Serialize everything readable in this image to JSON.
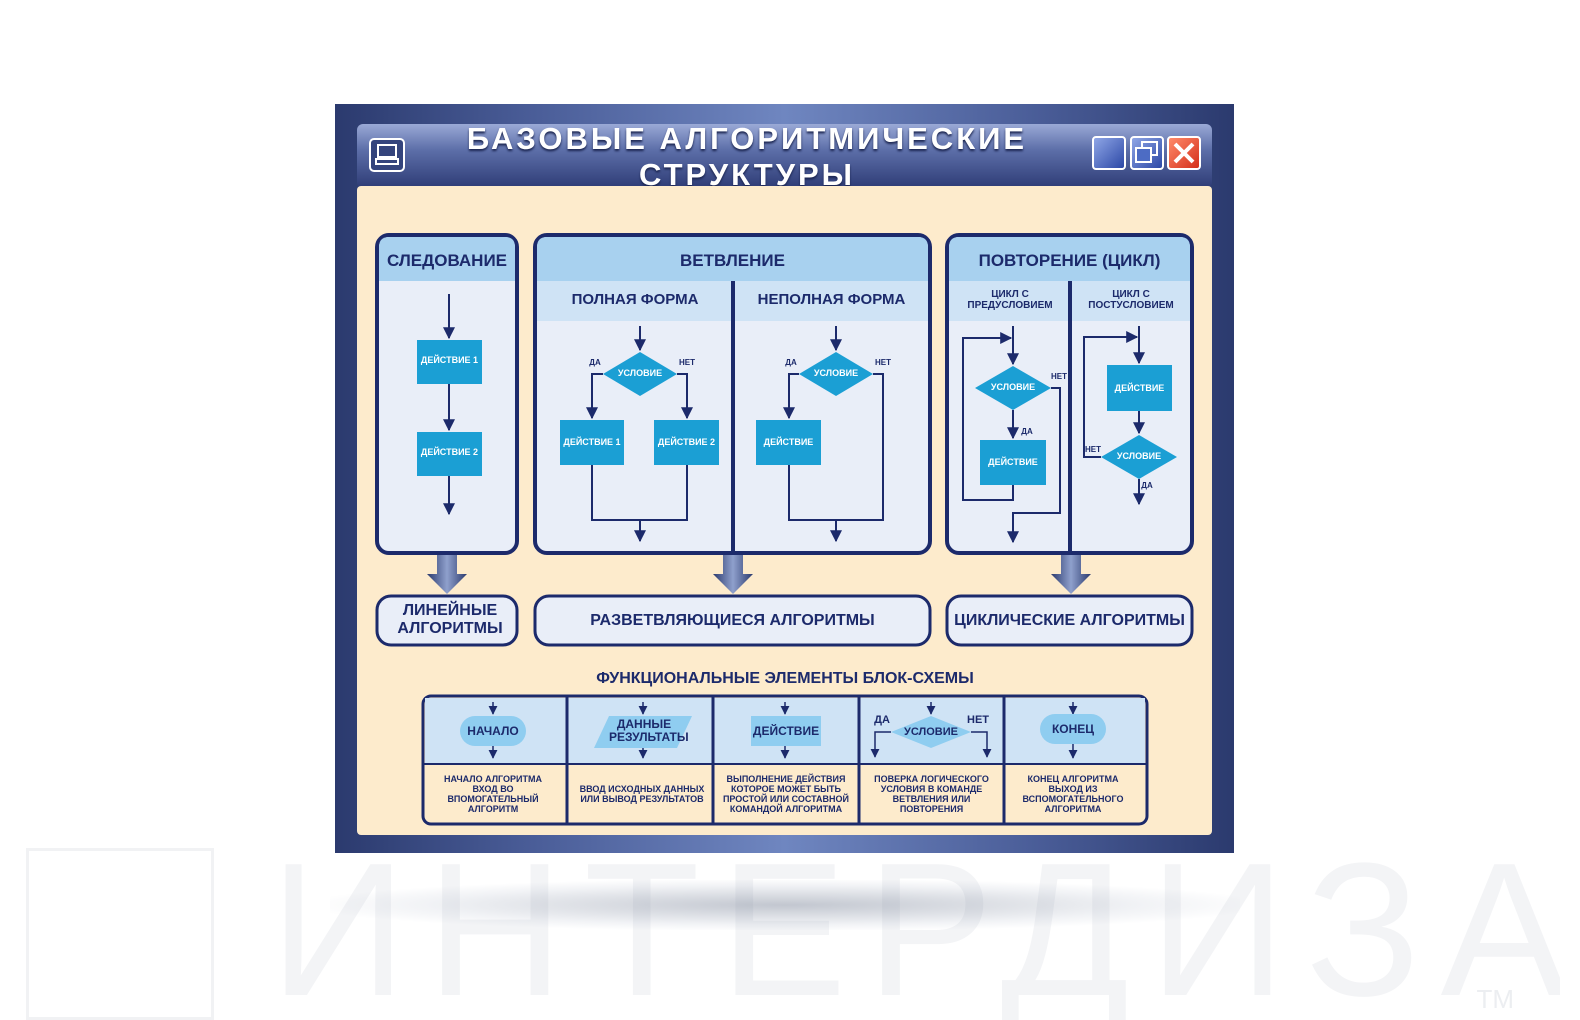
{
  "title": {
    "line1": "БАЗОВЫЕ АЛГОРИТМИЧЕСКИЕ",
    "line2": "СТРУКТУРЫ"
  },
  "window_icons": [
    "computer-icon",
    "minimize-icon",
    "maximize-icon",
    "close-icon"
  ],
  "colors": {
    "frame_dark": "#2b3a6e",
    "frame_light": "#6f86c0",
    "panel_bg": "#fdebcc",
    "box_bg": "#e9eef8",
    "header_bg": "#a8d1ef",
    "subheader_bg": "#cfe3f5",
    "border": "#1c2a6b",
    "shape_fill": "#1b9fd4",
    "shape_fill_light": "#8fcdf0",
    "close_red": "#d4301b"
  },
  "sequence": {
    "header": "СЛЕДОВАНИЕ",
    "action1": "ДЕЙСТВИЕ 1",
    "action2": "ДЕЙСТВИЕ 2",
    "result": "ЛИНЕЙНЫЕ АЛГОРИТМЫ"
  },
  "branching": {
    "header": "ВЕТВЛЕНИЕ",
    "full": {
      "subheader": "ПОЛНАЯ ФОРМА",
      "condition": "УСЛОВИЕ",
      "yes": "ДА",
      "no": "НЕТ",
      "action1": "ДЕЙСТВИЕ 1",
      "action2": "ДЕЙСТВИЕ 2"
    },
    "partial": {
      "subheader": "НЕПОЛНАЯ ФОРМА",
      "condition": "УСЛОВИЕ",
      "yes": "ДА",
      "no": "НЕТ",
      "action": "ДЕЙСТВИЕ"
    },
    "result": "РАЗВЕТВЛЯЮЩИЕСЯ АЛГОРИТМЫ"
  },
  "loop": {
    "header": "ПОВТОРЕНИЕ (ЦИКЛ)",
    "pre": {
      "subheader": "ЦИКЛ С ПРЕДУСЛОВИЕМ",
      "condition": "УСЛОВИЕ",
      "no": "НЕТ",
      "yes": "ДА",
      "action": "ДЕЙСТВИЕ"
    },
    "post": {
      "subheader": "ЦИКЛ С ПОСТУСЛОВИЕМ",
      "action": "ДЕЙСТВИЕ",
      "condition": "УСЛОВИЕ",
      "no": "НЕТ",
      "yes": "ДА"
    },
    "result": "ЦИКЛИЧЕСКИЕ АЛГОРИТМЫ"
  },
  "elements": {
    "header": "ФУНКЦИОНАЛЬНЫЕ ЭЛЕМЕНТЫ БЛОК-СХЕМЫ",
    "items": [
      {
        "shape": "НАЧАЛО",
        "desc": "НАЧАЛО АЛГОРИТМА ВХОД ВО ВПОМОГАТЕЛЬНЫЙ АЛГОРИТМ"
      },
      {
        "shape": "ДАННЫЕ РЕЗУЛЬТАТЫ",
        "desc": "ВВОД ИСХОДНЫХ ДАННЫХ ИЛИ ВЫВОД РЕЗУЛЬТАТОВ"
      },
      {
        "shape": "ДЕЙСТВИЕ",
        "desc": "ВЫПОЛНЕНИЕ ДЕЙСТВИЯ КОТОРОЕ МОЖЕТ БЫТЬ ПРОСТОЙ ИЛИ СОСТАВНОЙ КОМАНДОЙ АЛГОРИТМА"
      },
      {
        "shape": "УСЛОВИЕ",
        "yes": "ДА",
        "no": "НЕТ",
        "desc": "ПОВЕРКА ЛОГИЧЕСКОГО УСЛОВИЯ В КОМАНДЕ ВЕТВЛЕНИЯ ИЛИ ПОВТОРЕНИЯ"
      },
      {
        "shape": "КОНЕЦ",
        "desc": "КОНЕЦ АЛГОРИТМА ВЫХОД ИЗ ВСПОМОГАТЕЛЬНОГО АЛГОРИТМА"
      }
    ]
  },
  "watermark": {
    "text": "ИНТЕРДИЗАЙН",
    "tm": "TM"
  }
}
